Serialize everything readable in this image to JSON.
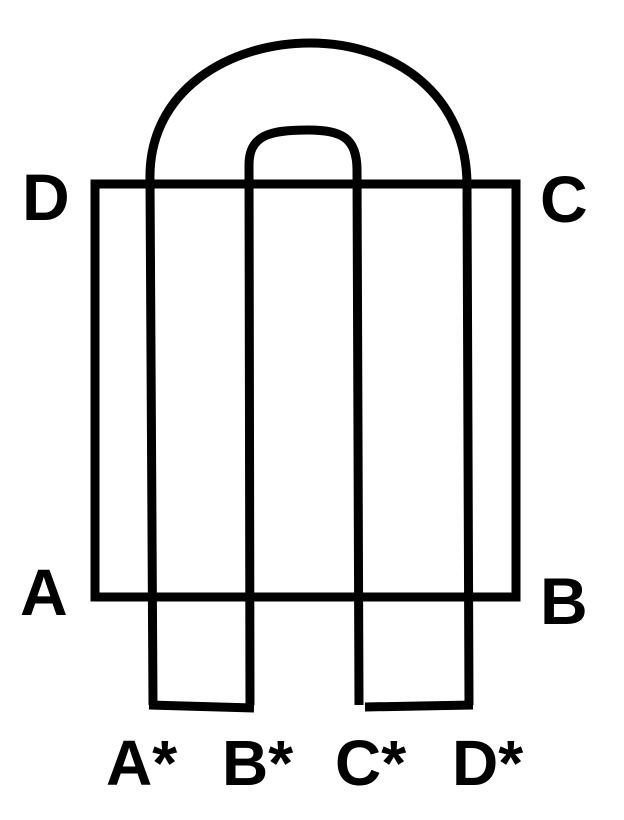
{
  "corner_labels": {
    "top_left": "D",
    "top_right": "C",
    "bottom_left": "A",
    "bottom_right": "B"
  },
  "end_labels": [
    "A*",
    "B*",
    "C*",
    "D*"
  ],
  "colors": {
    "stroke": "#000000",
    "background": "#ffffff"
  }
}
